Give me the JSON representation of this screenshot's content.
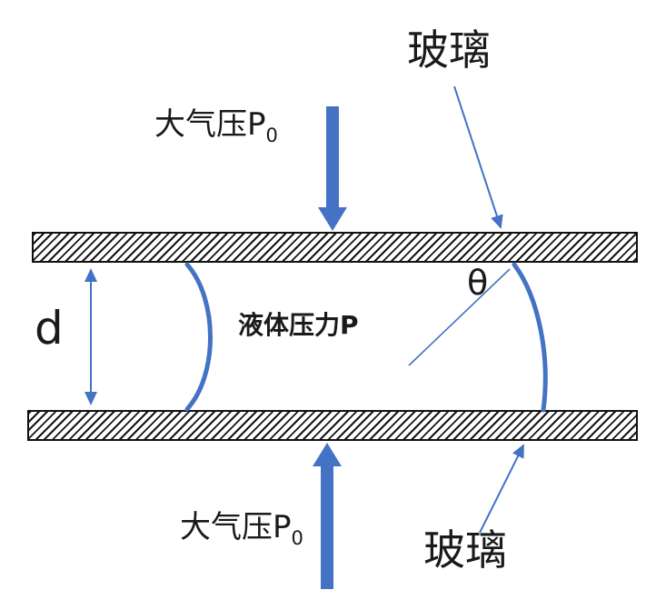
{
  "labels": {
    "glass_top": "玻璃",
    "glass_bottom": "玻璃",
    "atm_top_main": "大气压P",
    "atm_top_sub": "0",
    "atm_bottom_main": "大气压P",
    "atm_bottom_sub": "0",
    "liquid_pressure": "液体压力P",
    "gap": "d",
    "contact_angle": "θ"
  },
  "colors": {
    "arrow_blue": "#4472C4",
    "ink": "#1a1a1a"
  }
}
